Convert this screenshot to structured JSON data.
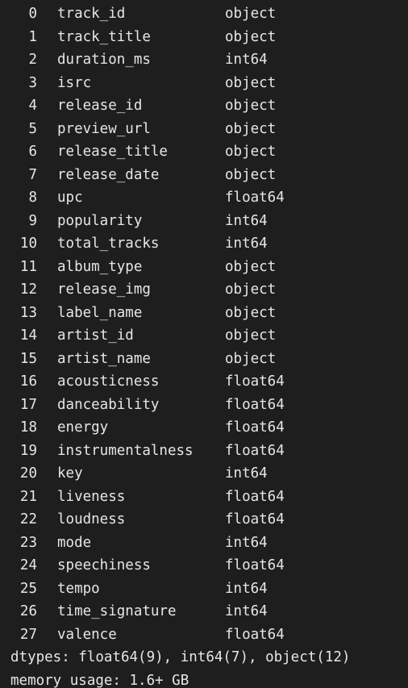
{
  "rows": [
    {
      "index": "0",
      "column": "track_id",
      "dtype": "object"
    },
    {
      "index": "1",
      "column": "track_title",
      "dtype": "object"
    },
    {
      "index": "2",
      "column": "duration_ms",
      "dtype": "int64"
    },
    {
      "index": "3",
      "column": "isrc",
      "dtype": "object"
    },
    {
      "index": "4",
      "column": "release_id",
      "dtype": "object"
    },
    {
      "index": "5",
      "column": "preview_url",
      "dtype": "object"
    },
    {
      "index": "6",
      "column": "release_title",
      "dtype": "object"
    },
    {
      "index": "7",
      "column": "release_date",
      "dtype": "object"
    },
    {
      "index": "8",
      "column": "upc",
      "dtype": "float64"
    },
    {
      "index": "9",
      "column": "popularity",
      "dtype": "int64"
    },
    {
      "index": "10",
      "column": "total_tracks",
      "dtype": "int64"
    },
    {
      "index": "11",
      "column": "album_type",
      "dtype": "object"
    },
    {
      "index": "12",
      "column": "release_img",
      "dtype": "object"
    },
    {
      "index": "13",
      "column": "label_name",
      "dtype": "object"
    },
    {
      "index": "14",
      "column": "artist_id",
      "dtype": "object"
    },
    {
      "index": "15",
      "column": "artist_name",
      "dtype": "object"
    },
    {
      "index": "16",
      "column": "acousticness",
      "dtype": "float64"
    },
    {
      "index": "17",
      "column": "danceability",
      "dtype": "float64"
    },
    {
      "index": "18",
      "column": "energy",
      "dtype": "float64"
    },
    {
      "index": "19",
      "column": "instrumentalness",
      "dtype": "float64"
    },
    {
      "index": "20",
      "column": "key",
      "dtype": "int64"
    },
    {
      "index": "21",
      "column": "liveness",
      "dtype": "float64"
    },
    {
      "index": "22",
      "column": "loudness",
      "dtype": "float64"
    },
    {
      "index": "23",
      "column": "mode",
      "dtype": "int64"
    },
    {
      "index": "24",
      "column": "speechiness",
      "dtype": "float64"
    },
    {
      "index": "25",
      "column": "tempo",
      "dtype": "int64"
    },
    {
      "index": "26",
      "column": "time_signature",
      "dtype": "int64"
    },
    {
      "index": "27",
      "column": "valence",
      "dtype": "float64"
    }
  ],
  "footer": {
    "dtypes": "dtypes: float64(9), int64(7), object(12)",
    "memory": "memory usage: 1.6+ GB"
  },
  "colors": {
    "background": "#1e1e1e",
    "text": "#e6e6e6"
  }
}
